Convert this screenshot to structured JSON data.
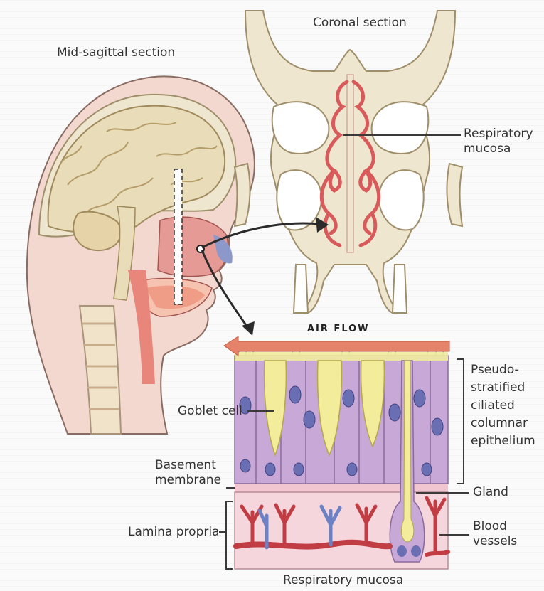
{
  "titles": {
    "mid_sagittal": "Mid-sagittal section",
    "coronal": "Coronal section",
    "bottom": "Respiratory mucosa",
    "air_flow": "AIR FLOW"
  },
  "labels": {
    "respiratory_mucosa_coronal": "Respiratory\nmucosa",
    "goblet_cell": "Goblet cell",
    "basement_membrane": "Basement\nmembrane",
    "lamina_propria": "Lamina propria",
    "pseudostratified": "Pseudo-\nstratified\nciliated\ncolumnar\nepithelium",
    "gland": "Gland",
    "blood_vessels": "Blood\nvessels"
  },
  "colors": {
    "background": "#ffffff",
    "bone": "#efe6cf",
    "brain": "#e9dcb8",
    "skin": "#f3d8cf",
    "mucosa_red": "#d95a5a",
    "epithelium": "#c8a8d6",
    "goblet": "#f3ec9a",
    "nucleus": "#6a6fb4",
    "lamina": "#f5d6dc",
    "vessel_red": "#c23c44",
    "vessel_blue": "#6c82c4",
    "arrow": "#2b2b2b",
    "airflow_arrow": "#e5826a"
  }
}
